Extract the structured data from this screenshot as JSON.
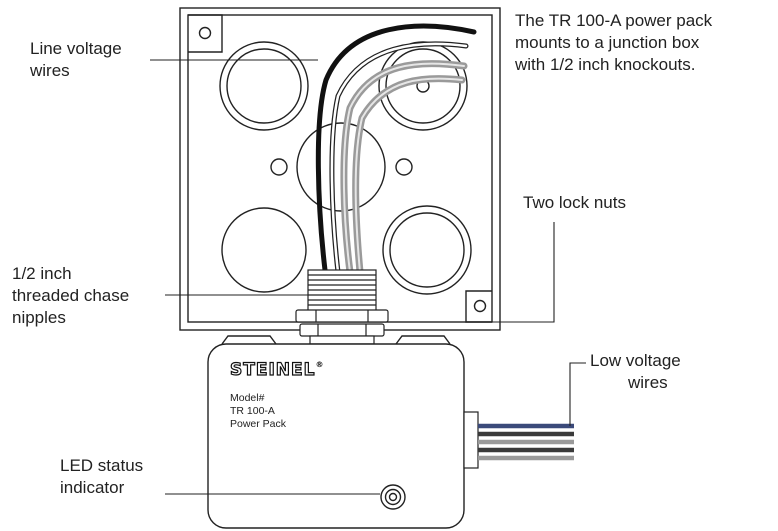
{
  "annotations": {
    "intro_line1": "The TR 100-A power pack",
    "intro_line2": "mounts to a junction box",
    "intro_line3": "with 1/2 inch knockouts.",
    "line_voltage_line1": "Line voltage",
    "line_voltage_line2": "wires",
    "lock_nuts": "Two lock nuts",
    "chase_line1": "1/2 inch",
    "chase_line2": "threaded chase",
    "chase_line3": "nipples",
    "low_voltage_line1": "Low voltage",
    "low_voltage_line2": "wires",
    "led_line1": "LED status",
    "led_line2": "indicator"
  },
  "power_pack": {
    "brand": "STEINEL",
    "registered": "®",
    "model_label": "Model#",
    "model_number": "TR 100-A",
    "product_name": "Power Pack"
  },
  "colors": {
    "outline": "#222222",
    "wire_gray": "#9a9a9a",
    "wire_dark": "#3a3a3a",
    "wire_blue": "#3b4a7a"
  }
}
